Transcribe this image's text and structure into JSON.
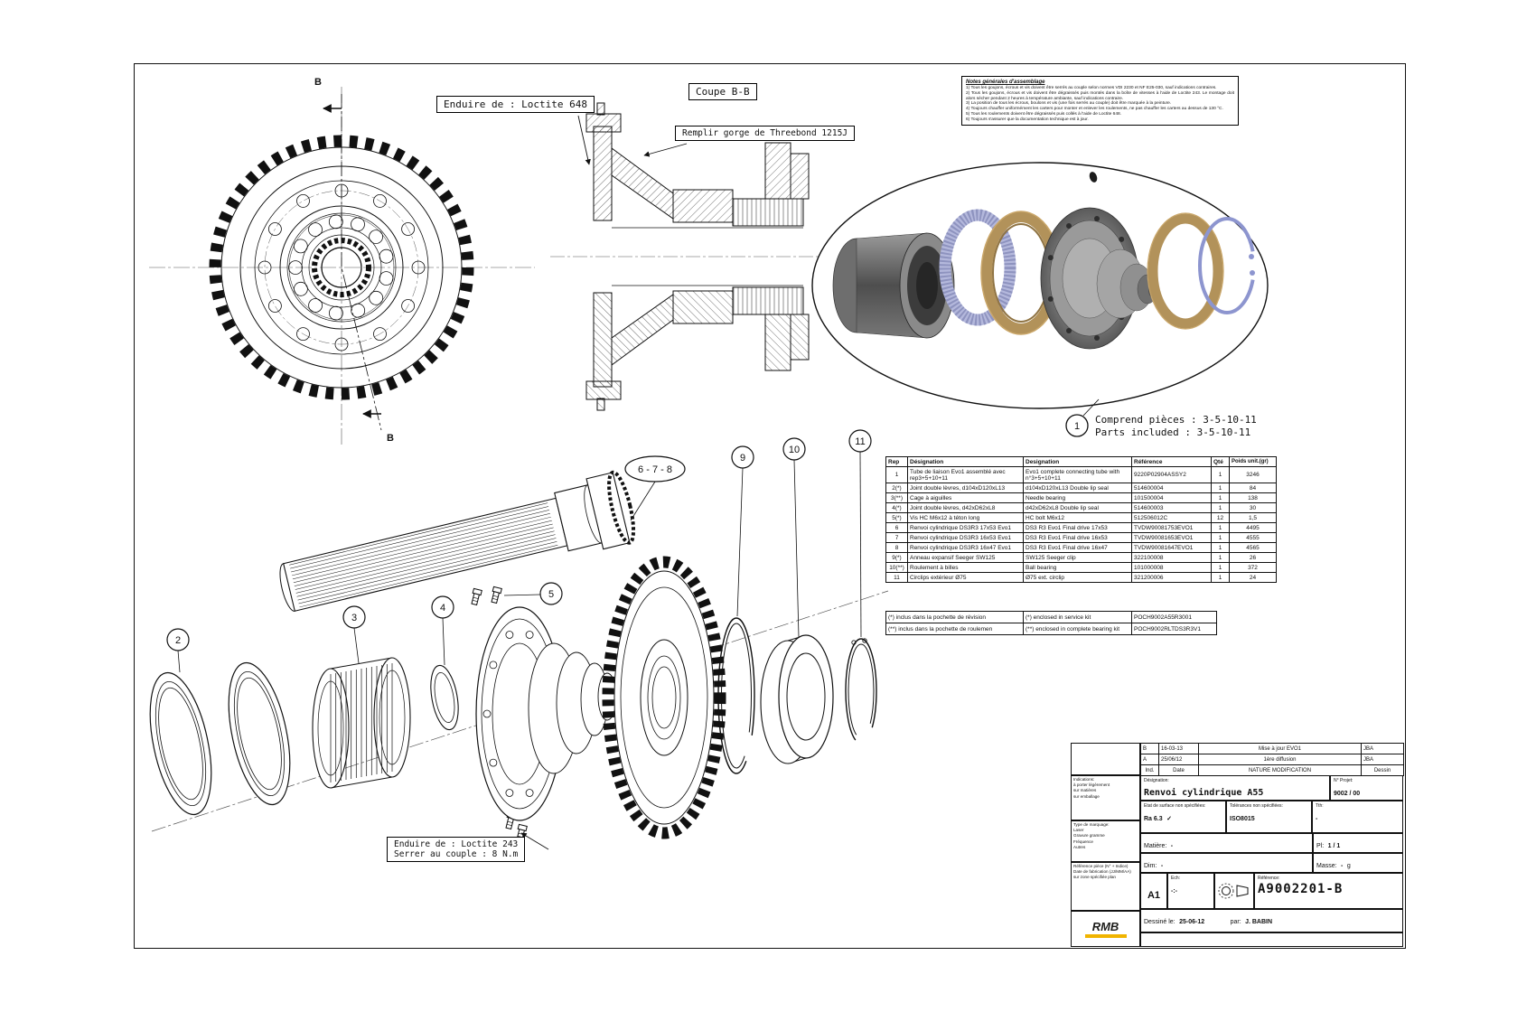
{
  "colors": {
    "line": "#111111",
    "tan_ring": "#b2925a",
    "lavender_ring": "#b4b8dc",
    "clip_violet": "#8d95cf",
    "steel_gray": "#8a8a8a",
    "logo_yellow": "#f0b400",
    "logo_dark": "#1d1d1b"
  },
  "annotations": {
    "coupe_label": "Coupe B-B",
    "loctite648": "Enduire de : Loctite 648",
    "threebond": "Remplir gorge de Threebond 1215J",
    "loctite243_l1": "Enduire de : Loctite 243",
    "loctite243_l2": "Serrer au couple : 8 N.m",
    "comprend_fr": "Comprend pièces : 3-5-10-11",
    "comprend_en": "Parts included  : 3-5-10-11",
    "section_marker": "B"
  },
  "balloons": {
    "b1": "1",
    "b2": "2",
    "b3": "3",
    "b4": "4",
    "b5": "5",
    "b678": "6 - 7 - 8",
    "b9": "9",
    "b10": "10",
    "b11": "11"
  },
  "notes": {
    "title": "Notes générales d'assemblage",
    "items": [
      "1) Tous les goujons, écrous et vis doivent être serrés au couple selon normes VDI 2230 et NF E25-030, sauf indications contraires.",
      "2) Tous les goujons, écrous et vis doivent être dégraissés puis montés dans la boîte de vitesses à l'aide de Loctite 243. Le montage doit alors sécher pendant 2 heures à température ambiante, sauf indications contraire.",
      "3) La position de tous les écrous, boulons et vis (une fois serrés au couple) doit être marquée à la peinture.",
      "4) Toujours chauffer uniformément les carters pour monter et enlever les roulements, ne pas chauffer les carters au dessus de 130 °C.",
      "5) Tous les roulements doivent être dégraissés puis collés à l'aide de Loctite 648.",
      "6) Toujours s'assurer que la documentation technique est à jour."
    ]
  },
  "parts_table": {
    "headers": [
      "Rep",
      "Désignation",
      "Designation",
      "Référence",
      "Qté",
      "Poids unit.(gr)"
    ],
    "rows": [
      {
        "rep": "1",
        "fr": "Tube de liaison Evo1 assemblé avec rep3+5+10+11",
        "en": "Evo1 complete connecting tube with n°3+5+10+11",
        "ref": "9220P02904ASSY2",
        "qte": "1",
        "poids": "3246"
      },
      {
        "rep": "2(*)",
        "fr": "Joint double lèvres, d104xD120xL13",
        "en": "d104xD120xL13 Double lip seal",
        "ref": "514600004",
        "qte": "1",
        "poids": "84"
      },
      {
        "rep": "3(**)",
        "fr": "Cage à aiguilles",
        "en": "Needle bearing",
        "ref": "101500004",
        "qte": "1",
        "poids": "138"
      },
      {
        "rep": "4(*)",
        "fr": "Joint double lèvres, d42xD62xL8",
        "en": "d42xD62xL8 Double lip seal",
        "ref": "514600003",
        "qte": "1",
        "poids": "30"
      },
      {
        "rep": "5(*)",
        "fr": "Vis HC M6x12 à téton long",
        "en": "HC bolt M6x12",
        "ref": "512506012C",
        "qte": "12",
        "poids": "1,5"
      },
      {
        "rep": "6",
        "fr": "Renvoi cylindrique DS3R3 17x53 Evo1",
        "en": "DS3 R3 Evo1 Final drive 17x53",
        "ref": "TVDW90081753EVO1",
        "qte": "1",
        "poids": "4495"
      },
      {
        "rep": "7",
        "fr": "Renvoi cylindrique DS3R3 16x53 Evo1",
        "en": "DS3 R3 Evo1 Final drive 16x53",
        "ref": "TVDW90081653EVO1",
        "qte": "1",
        "poids": "4555"
      },
      {
        "rep": "8",
        "fr": "Renvoi cylindrique DS3R3 16x47 Evo1",
        "en": "DS3 R3 Evo1 Final drive 16x47",
        "ref": "TVDW90081647EVO1",
        "qte": "1",
        "poids": "4565"
      },
      {
        "rep": "9(*)",
        "fr": "Anneau expansif Seeger SW125",
        "en": "SW125 Seeger clip",
        "ref": "322100008",
        "qte": "1",
        "poids": "26"
      },
      {
        "rep": "10(**)",
        "fr": "Roulement à billes",
        "en": "Ball bearing",
        "ref": "101000008",
        "qte": "1",
        "poids": "372"
      },
      {
        "rep": "11",
        "fr": "Circlips extérieur Ø75",
        "en": "Ø75 ext. circlip",
        "ref": "321200006",
        "qte": "1",
        "poids": "24"
      }
    ],
    "kit_rows": [
      {
        "fr": "(*) inclus dans la pochette de révision",
        "en": "(*) enclosed in service kit",
        "ref": "POCH9002A55R3001"
      },
      {
        "fr": "(**) inclus dans la pochette de roulemen",
        "en": "(**) enclosed in complete bearing kit",
        "ref": "POCH9002RLTDS3R3V1"
      }
    ]
  },
  "title_block": {
    "revisions": [
      {
        "ind": "B",
        "date": "16-03-13",
        "nature": "Mise à jour EVO1",
        "dessin": "JBA"
      },
      {
        "ind": "A",
        "date": "25/06/12",
        "nature": "1ère diffusion",
        "dessin": "JBA"
      }
    ],
    "rev_headers": {
      "ind": "Ind.",
      "date": "Date",
      "nature": "NATURE MODIFICATION",
      "dessin": "Dessin"
    },
    "designation_label": "Désignation:",
    "designation": "Renvoi cylindrique A55",
    "projet_label": "N° Projet:",
    "projet": "9002 / 00",
    "surface_label": "Etat de surface non spécifiées:",
    "surface_value": "Ra 6.3",
    "surface_check": "✓",
    "tol_label": "Tolérances non spécifiées:",
    "tol_value": "ISO8015",
    "tth_label": "Tth:",
    "tth_value": "-",
    "matiere_label": "Matière:",
    "matiere_value": "-",
    "pl_label": "Pl:",
    "pl_value": "1 / 1",
    "dim_label": "Dim:",
    "dim_value": "-",
    "masse_label": "Masse:",
    "masse_value": "-",
    "masse_unit": "g",
    "format": "A1",
    "ech_label": "Ech:",
    "ech_value": "-:-",
    "reference_label": "Référence:",
    "reference": "A9002201-B",
    "drawn_label": "Dessiné le:",
    "drawn_date": "25-06-12",
    "par_label": "par:",
    "drawn_by": "J. BABIN",
    "logo_text": "RMB"
  },
  "marking_block": {
    "block1": [
      "Indications:",
      "à porter légèrement",
      "sur matières",
      "sur emballage"
    ],
    "block2": [
      "Type de marquage:",
      "Laser",
      "Gravure gramme",
      "Fréquence",
      "Autres"
    ],
    "block3": [
      "Référence pièce (N° + Indice)",
      "Date de fabrication (JJ/MM/AA)",
      "sur zone spécifiée plan"
    ]
  }
}
